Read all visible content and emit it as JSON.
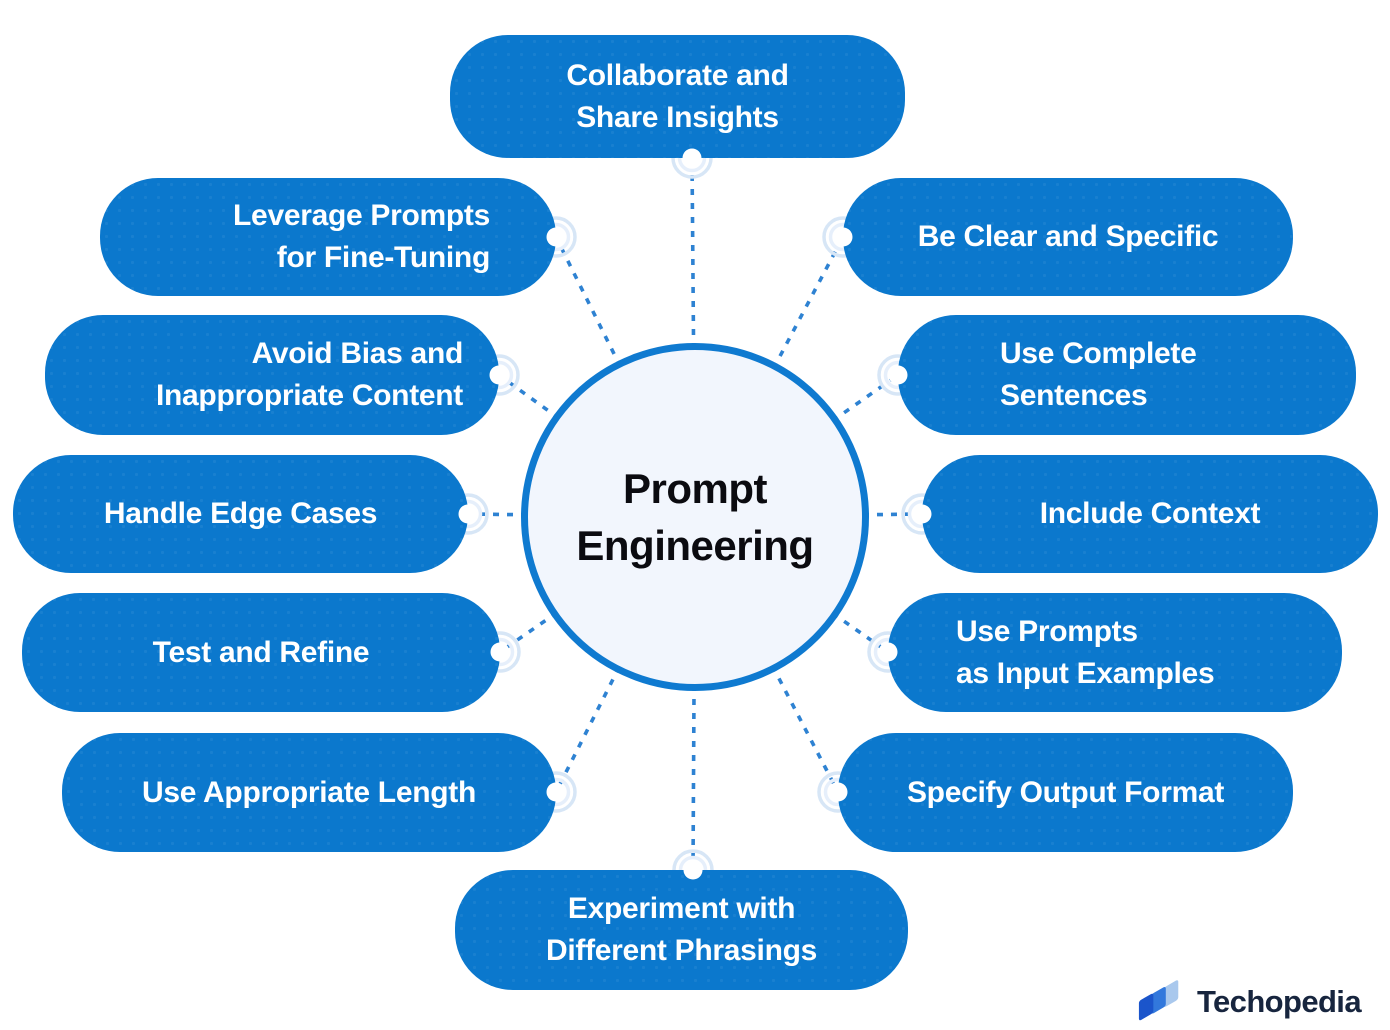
{
  "diagram": {
    "center": {
      "label": "Prompt\nEngineering"
    },
    "nodes": [
      {
        "id": "collaborate-share",
        "label": "Collaborate and\nShare Insights"
      },
      {
        "id": "leverage-fine-tuning",
        "label": "Leverage Prompts\nfor Fine-Tuning"
      },
      {
        "id": "avoid-bias",
        "label": "Avoid Bias and\nInappropriate Content"
      },
      {
        "id": "handle-edge-cases",
        "label": "Handle Edge Cases"
      },
      {
        "id": "test-refine",
        "label": "Test and Refine"
      },
      {
        "id": "appropriate-length",
        "label": "Use Appropriate Length"
      },
      {
        "id": "experiment-phrasings",
        "label": "Experiment with\nDifferent Phrasings"
      },
      {
        "id": "clear-specific",
        "label": "Be Clear and Specific"
      },
      {
        "id": "complete-sentences",
        "label": "Use Complete\nSentences"
      },
      {
        "id": "include-context",
        "label": "Include Context"
      },
      {
        "id": "prompts-input-examples",
        "label": "Use Prompts\nas Input Examples"
      },
      {
        "id": "specify-output-format",
        "label": "Specify Output Format"
      }
    ],
    "colors": {
      "node_blue": "#0b78cd",
      "connector_blue": "#2e82d2",
      "hub_fill": "#f2f6fd",
      "hub_border": "#0f7ad0",
      "node_text": "#ffffff",
      "hub_text": "#0b0b10",
      "logo_navy": "#17253e",
      "logo_mark_dark": "#1b55cb",
      "logo_mark_mid": "#3278dc",
      "logo_mark_light": "#a9c8ed"
    }
  },
  "footer": {
    "brand": "Techopedia"
  }
}
